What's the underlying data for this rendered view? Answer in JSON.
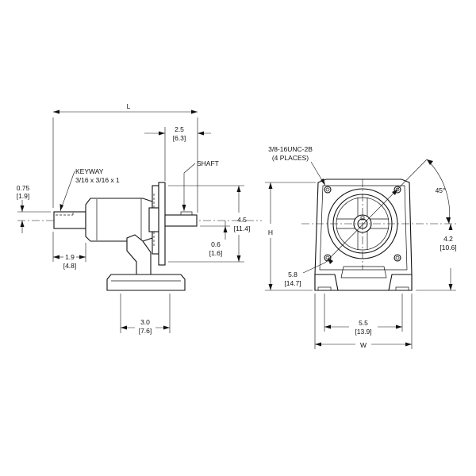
{
  "side_view": {
    "dim_length": "L",
    "dim_shaft_extension": "2.5",
    "dim_shaft_extension_mm": "[6.3]",
    "dim_input_height": "0.75",
    "dim_input_height_mm": "[1.9]",
    "keyway_line1": "KEYWAY",
    "keyway_line2": "3/16 x 3/16 x 1",
    "shaft_label": "SHAFT",
    "dim_flange_height": "4.5",
    "dim_flange_height_mm": "[11.4]",
    "dim_shaft_offset": "0.6",
    "dim_shaft_offset_mm": "[1.6]",
    "dim_input_shaft": "1.9",
    "dim_input_shaft_mm": "[4.8]",
    "dim_base_width": "3.0",
    "dim_base_width_mm": "[7.6]"
  },
  "front_view": {
    "thread_line1": "3/8-16UNC-2B",
    "thread_line2": "(4 PLACES)",
    "dim_angle": "45°",
    "dim_height": "H",
    "dim_bolt_circle": "5.8",
    "dim_bolt_circle_mm": "[14.7]",
    "dim_center_height": "4.2",
    "dim_center_height_mm": "[10.6]",
    "dim_mount_spacing": "5.5",
    "dim_mount_spacing_mm": "[13.9]",
    "dim_width": "W"
  }
}
